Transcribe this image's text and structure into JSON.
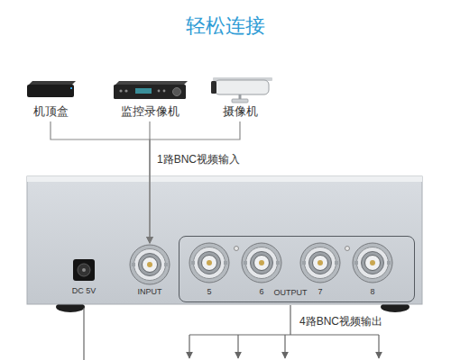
{
  "diagram": {
    "title": "轻松连接",
    "nodes": [
      {
        "text": [
          "机顶盒"
        ]
      },
      {
        "text": [
          "监控录像机"
        ]
      },
      {
        "text": [
          "摄像机"
        ]
      },
      {
        "text": [
          "INPUT"
        ]
      },
      {
        "text": [
          "OUTPUT"
        ]
      }
    ],
    "edges": [
      {
        "from": 0,
        "to": 3,
        "arrow": "to"
      },
      {
        "from": 1,
        "to": 3,
        "arrow": "to"
      },
      {
        "from": 2,
        "to": 3,
        "arrow": "to"
      }
    ],
    "labels": [
      "1路BNC视频输入",
      "DC 5V",
      "5",
      "6",
      "7",
      "8",
      "4路BNC视频输出"
    ]
  }
}
